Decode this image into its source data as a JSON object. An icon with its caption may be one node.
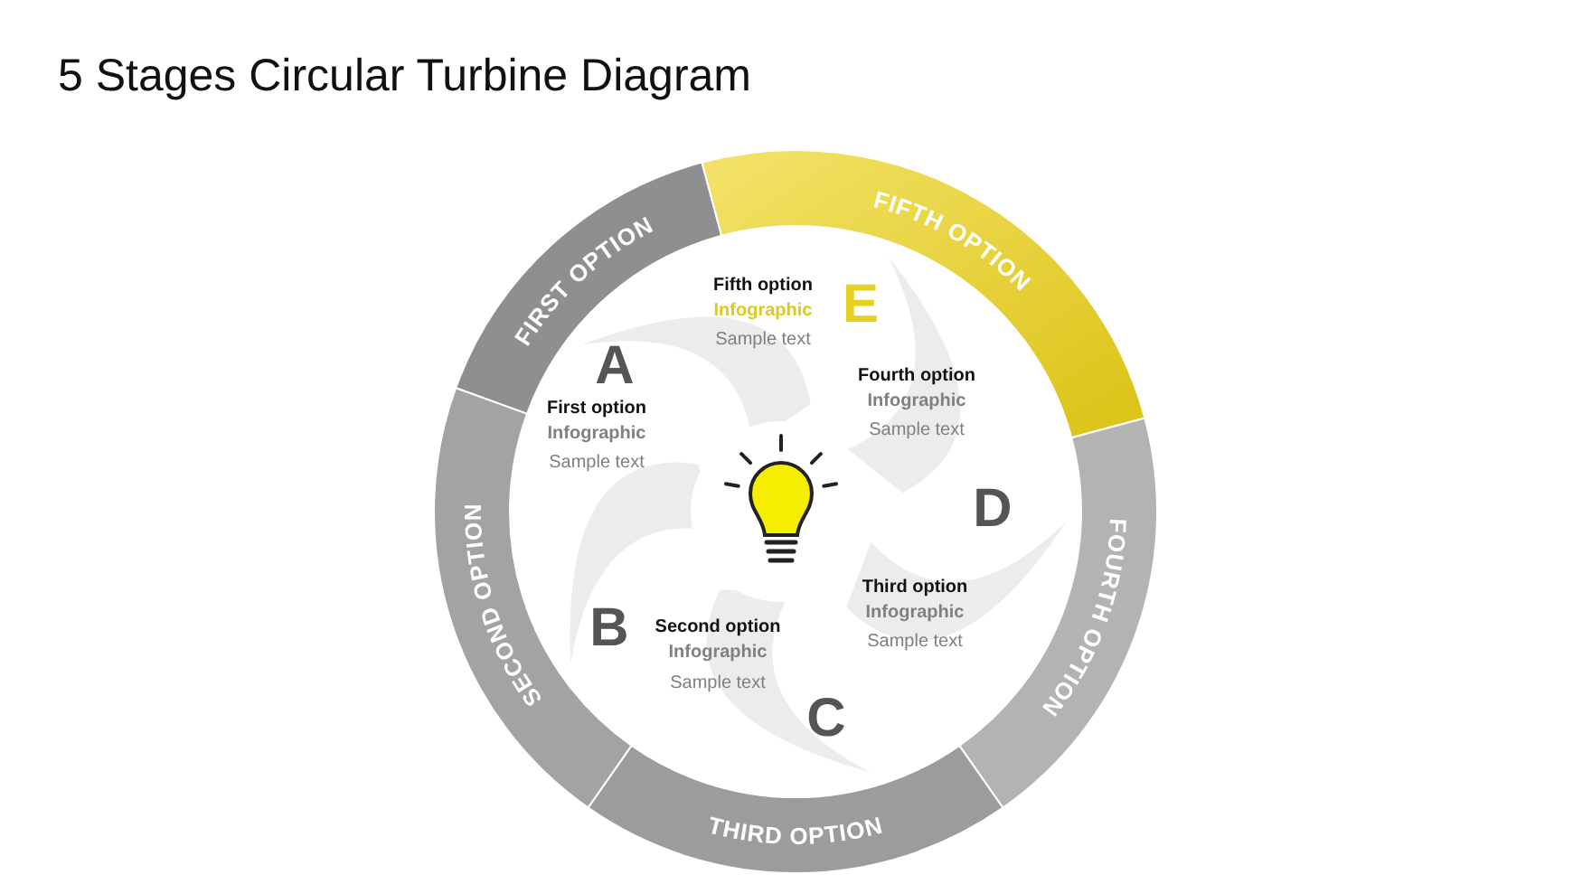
{
  "diagram": {
    "title": "5 Stages Circular Turbine Diagram",
    "nodes": [
      {
        "text": [
          "FIRST OPTION"
        ]
      },
      {
        "text": [
          "FIFTH OPTION"
        ]
      },
      {
        "text": [
          "SECOND OPTION"
        ]
      },
      {
        "text": [
          "FOURTH OPTION"
        ]
      },
      {
        "text": [
          "THIRD OPTION"
        ]
      }
    ],
    "labels": [
      "Fifth option",
      "Infographic",
      "Sample text",
      "E",
      "A",
      "Fourth option",
      "Infographic",
      "Sample text",
      "First option",
      "Infographic",
      "Sample text",
      "D",
      "Third option",
      "Infographic",
      "Sample text",
      "B",
      "Second option",
      "Infographic",
      "Sample text",
      "C"
    ]
  }
}
